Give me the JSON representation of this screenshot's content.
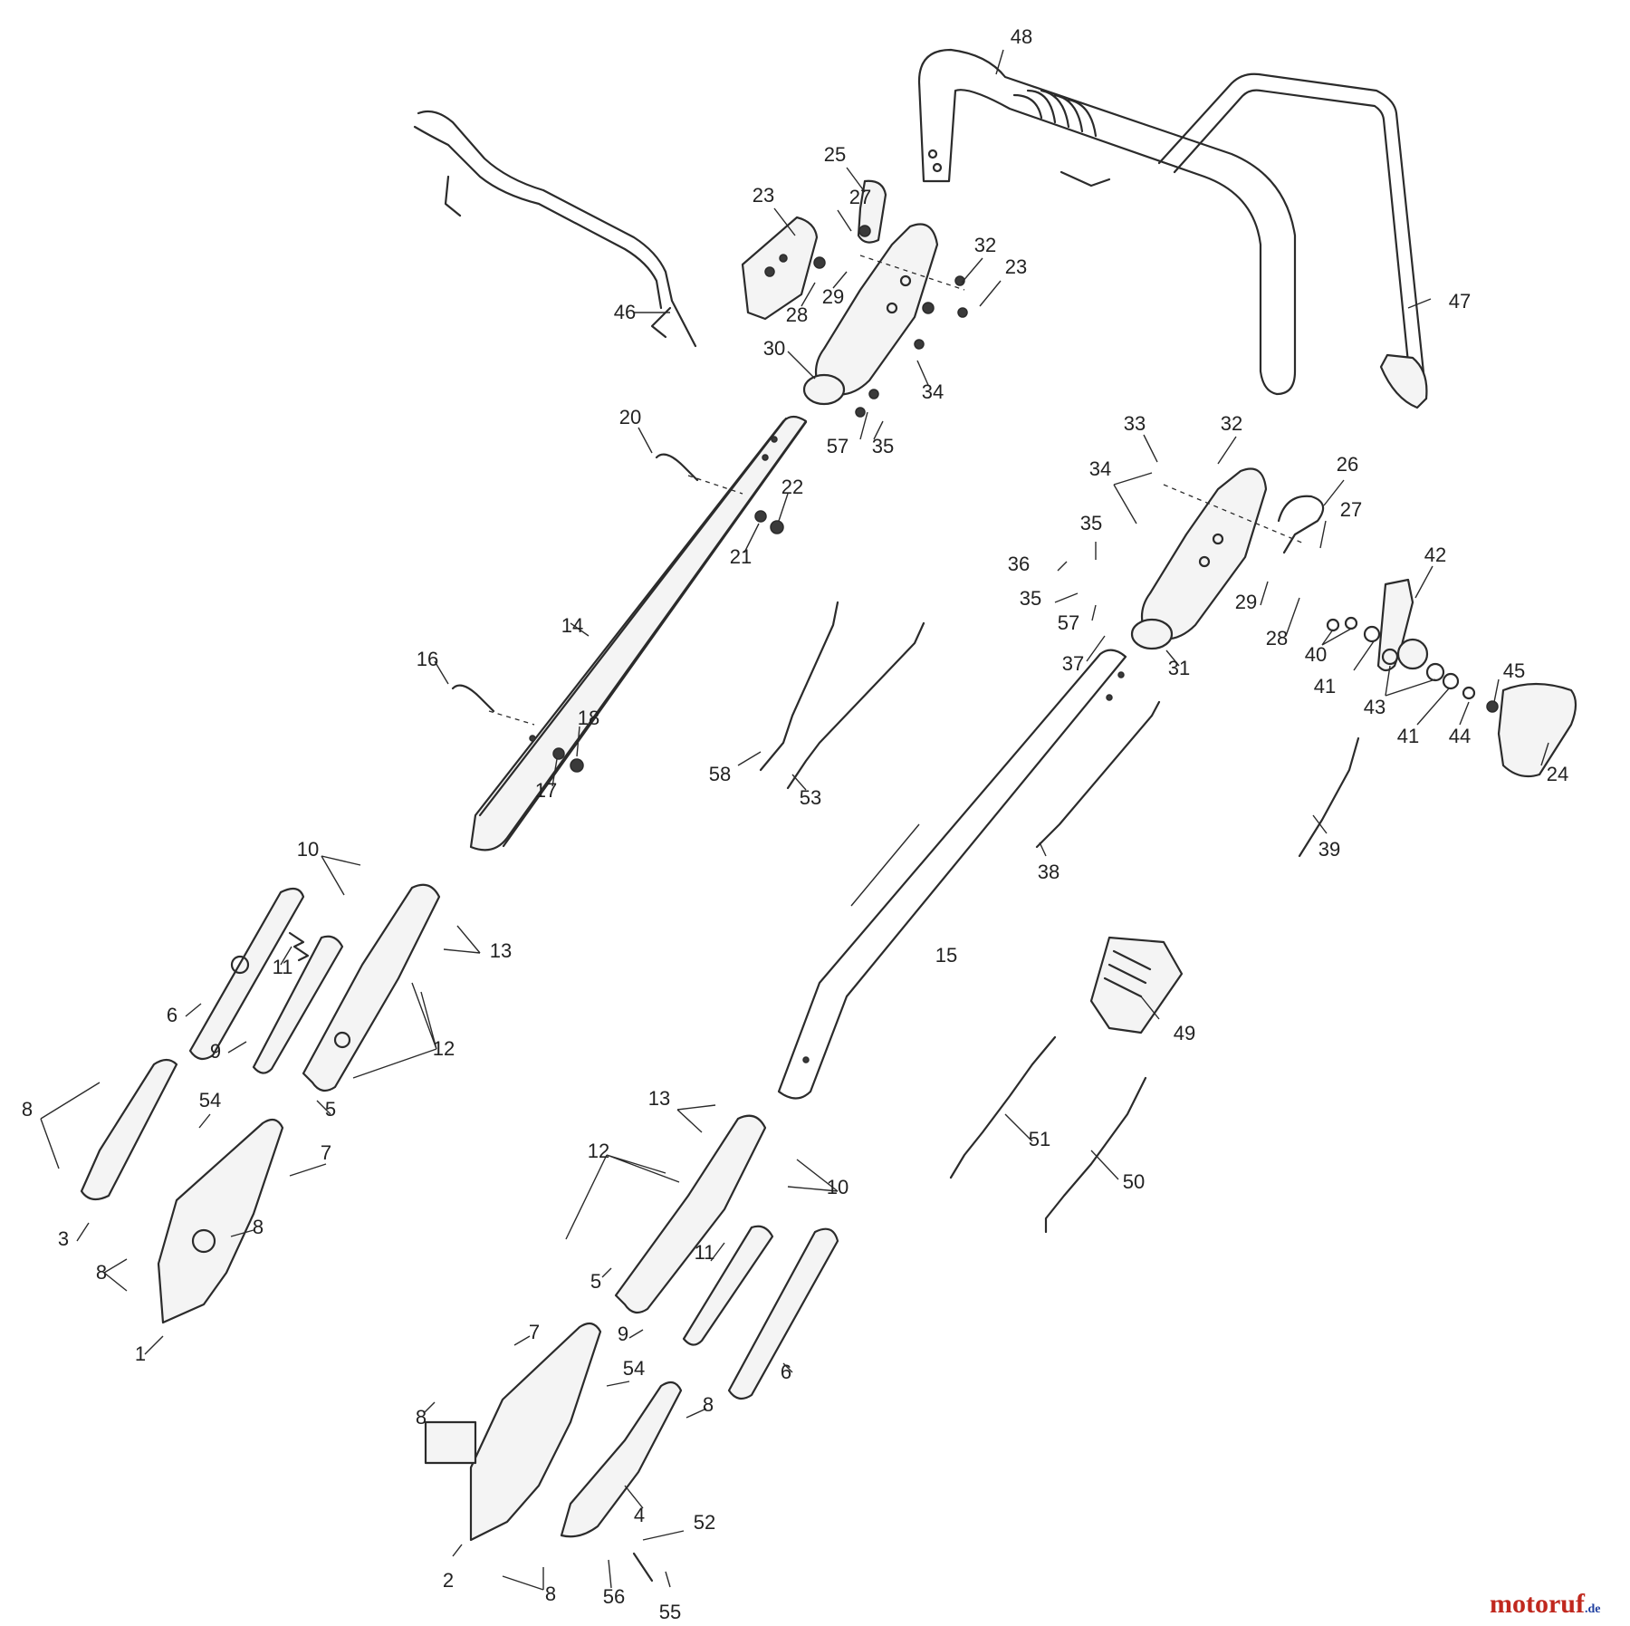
{
  "labels": [
    "48",
    "25",
    "23",
    "27",
    "32",
    "23",
    "29",
    "28",
    "30",
    "34",
    "57",
    "35",
    "47",
    "46",
    "20",
    "22",
    "21",
    "14",
    "16",
    "18",
    "17",
    "33",
    "32",
    "34",
    "26",
    "27",
    "35",
    "36",
    "35",
    "57",
    "29",
    "28",
    "42",
    "37",
    "31",
    "40",
    "41",
    "43",
    "45",
    "41",
    "44",
    "24",
    "58",
    "53",
    "39",
    "38",
    "10",
    "13",
    "11",
    "6",
    "9",
    "12",
    "5",
    "15",
    "49",
    "51",
    "50",
    "8",
    "54",
    "7",
    "3",
    "8",
    "8",
    "1",
    "13",
    "12",
    "10",
    "11",
    "5",
    "9",
    "6",
    "7",
    "54",
    "8",
    "8",
    "4",
    "52",
    "2",
    "8",
    "56",
    "55"
  ],
  "watermark": {
    "brand": "motoruf",
    "tld": ".de"
  },
  "colors": {
    "line": "#2b2b2b",
    "watermark_red": "#c0281e",
    "watermark_blue": "#1f3fa0"
  }
}
